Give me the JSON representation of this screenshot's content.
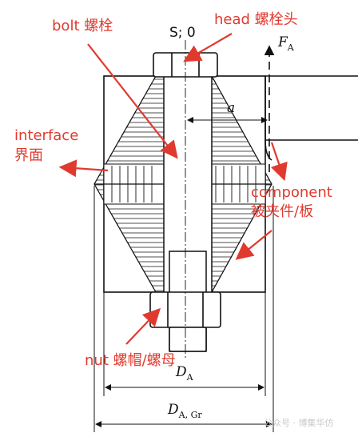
{
  "labels": {
    "bolt": "bolt 螺栓",
    "head": "head 螺栓头",
    "interface_line1": "interface",
    "interface_line2": "界面",
    "component_line1": "component",
    "component_line2": "被夹件/板",
    "nut": "nut 螺帽/螺母",
    "s0": "S; 0",
    "force": "F",
    "force_sub": "A",
    "dim_a": "a",
    "da": "D",
    "da_sub": "A",
    "dagr": "D",
    "dagr_sub": "A, Gr",
    "watermark": "公众号 · 博集华仿"
  },
  "colors": {
    "annotation": "#e03a2f",
    "line": "#111111"
  }
}
